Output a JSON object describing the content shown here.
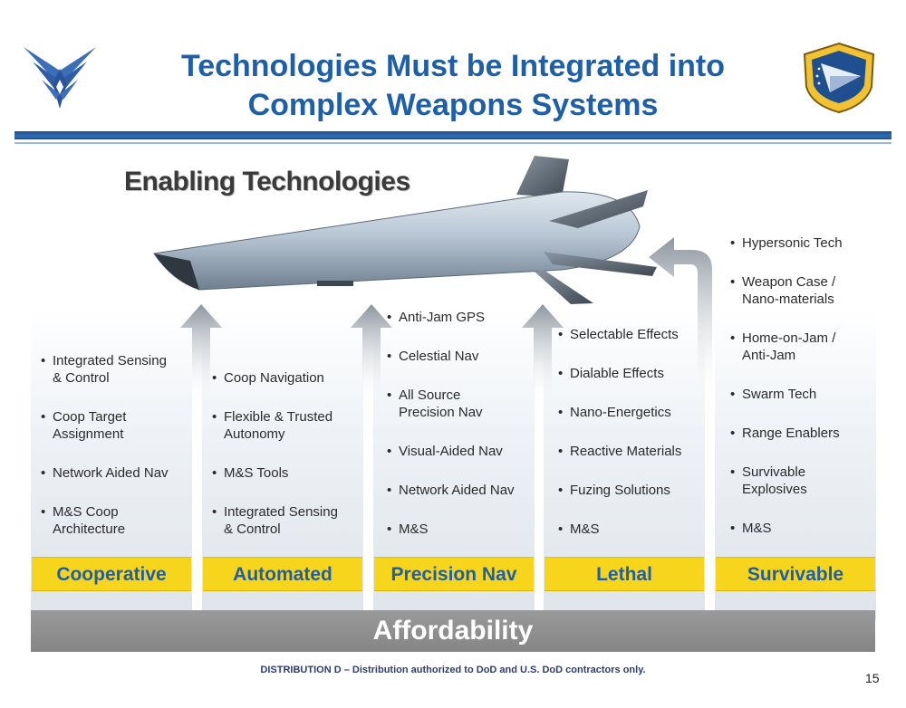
{
  "title_line1": "Technologies Must be Integrated into",
  "title_line2": "Complex Weapons Systems",
  "subtitle": "Enabling Technologies",
  "columns": [
    {
      "label": "Cooperative",
      "items": [
        [
          "Integrated Sensing",
          "& Control"
        ],
        [
          "Coop Target",
          "Assignment"
        ],
        [
          "Network Aided Nav"
        ],
        [
          "M&S Coop",
          "Architecture"
        ]
      ]
    },
    {
      "label": "Automated",
      "items": [
        [
          "Coop Navigation"
        ],
        [
          "Flexible & Trusted",
          "Autonomy"
        ],
        [
          "M&S Tools"
        ],
        [
          "Integrated Sensing",
          "& Control"
        ]
      ]
    },
    {
      "label": "Precision Nav",
      "items": [
        [
          "Anti-Jam GPS"
        ],
        [
          "Celestial Nav"
        ],
        [
          "All Source",
          "Precision Nav"
        ],
        [
          "Visual-Aided Nav"
        ],
        [
          "Network Aided Nav"
        ],
        [
          "M&S"
        ]
      ]
    },
    {
      "label": "Lethal",
      "items": [
        [
          "Selectable Effects"
        ],
        [
          "Dialable Effects"
        ],
        [
          "Nano-Energetics"
        ],
        [
          "Reactive Materials"
        ],
        [
          "Fuzing Solutions"
        ],
        [
          "M&S"
        ]
      ]
    },
    {
      "label": "Survivable",
      "items": [
        [
          "Hypersonic Tech"
        ],
        [
          "Weapon Case /",
          "Nano-materials"
        ],
        [
          "Home-on-Jam /",
          "Anti-Jam"
        ],
        [
          "Swarm Tech"
        ],
        [
          "Range Enablers"
        ],
        [
          "Survivable",
          "Explosives"
        ],
        [
          "M&S"
        ]
      ]
    }
  ],
  "affordability": "Affordability",
  "footer": "DISTRIBUTION D – Distribution authorized to DoD and U.S. DoD contractors only.",
  "page_number": "15",
  "icons": {
    "left_logo": "air-force-wings-logo-icon",
    "right_logo": "research-laboratory-shield-icon"
  },
  "colors": {
    "title_blue": "#1f5fa8",
    "rule_blue": "#1d4e8a",
    "label_yellow": "#f7d51c",
    "affordability_gray": "#8f8f8f"
  }
}
